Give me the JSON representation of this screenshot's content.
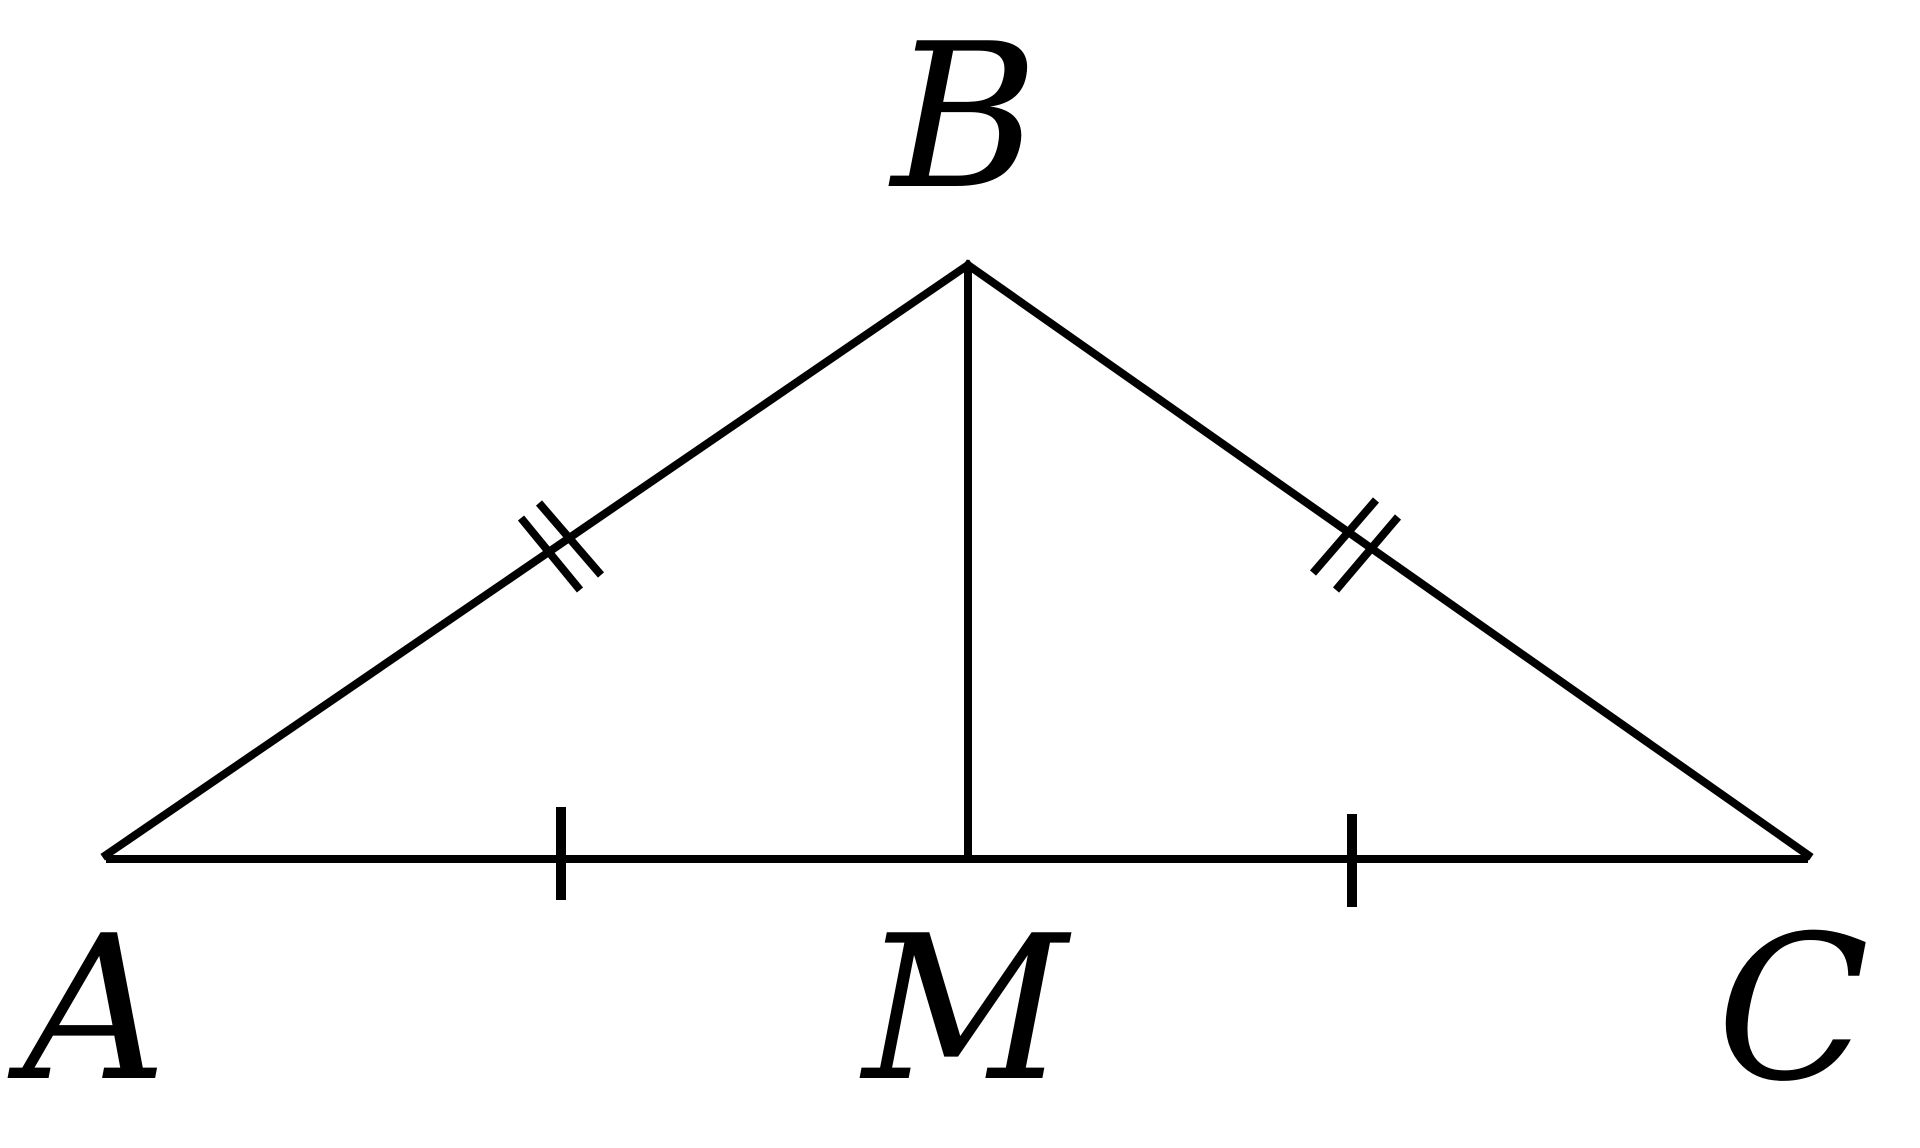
{
  "figure": {
    "stroke_color": "#000000",
    "background_color": "#ffffff",
    "vertices": {
      "A": {
        "label": "A"
      },
      "B": {
        "label": "B"
      },
      "C": {
        "label": "C"
      },
      "M": {
        "label": "M"
      }
    },
    "segments": [
      {
        "name": "AB",
        "tick_marks": 2
      },
      {
        "name": "BC",
        "tick_marks": 2
      },
      {
        "name": "AC",
        "tick_marks": 0
      },
      {
        "name": "AM",
        "tick_marks": 1
      },
      {
        "name": "MC",
        "tick_marks": 1
      },
      {
        "name": "BM",
        "tick_marks": 0
      }
    ]
  }
}
